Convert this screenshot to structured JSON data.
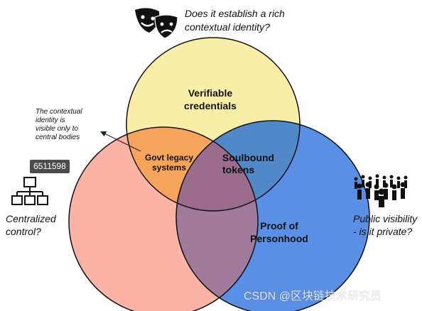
{
  "question_top": [
    "Does it establish a rich",
    "contextual identity?"
  ],
  "note": [
    "The contextual",
    "identity is",
    "visible only to",
    "central bodies"
  ],
  "question_left": [
    "Centralized",
    "control?"
  ],
  "question_right": [
    "Public visibility",
    "- is it private?"
  ],
  "circles": {
    "verifiable_credentials": [
      "Verifiable",
      "credentials"
    ],
    "proof_of_personhood": [
      "Proof of",
      "Personhood"
    ]
  },
  "overlaps": {
    "govt_legacy": [
      "Govt legacy",
      "systems"
    ],
    "soulbound": [
      "Soulbound",
      "tokens"
    ]
  },
  "badge": "6511598",
  "watermark": "CSDN @区块链技术研究员",
  "colors": {
    "top_circle": "#f8eea8",
    "left_circle": "#fbb3a6",
    "right_circle": "#5a8fe6",
    "govt_overlap": "#f6a45c",
    "soulbound_overlap": "#5188c8",
    "center_overlap": "#9b6c8c",
    "left_right_overlap": "#a27a9c"
  },
  "icons": [
    "theater-masks-icon",
    "org-chart-icon",
    "crowd-icon"
  ]
}
